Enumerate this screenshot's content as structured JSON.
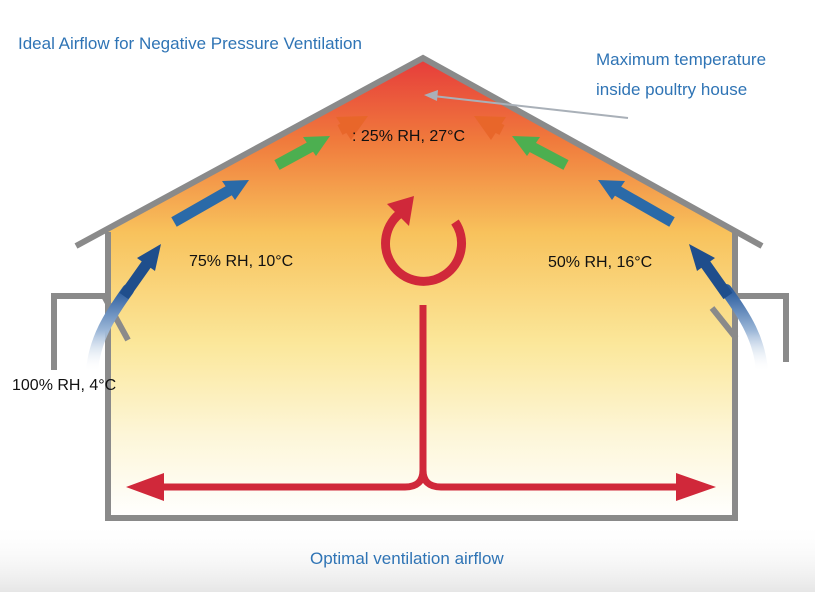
{
  "title": "Ideal Airflow for Negative Pressure Ventilation",
  "peak_annotation": {
    "line1": "Maximum temperature",
    "line2": "inside poultry house"
  },
  "conditions": {
    "peak": ": 25% RH, 27°C",
    "left_mid": "75% RH, 10°C",
    "right_mid": "50% RH, 16°C",
    "inlet": "100% RH, 4°C"
  },
  "caption": "Optimal ventilation airflow",
  "colors": {
    "label_text": "#2f74b5",
    "house_outline": "#8a8a8a",
    "cold_air": "#1f4e8c",
    "mild_air": "#4caf50",
    "warm_air": "#e8662a",
    "main_flow": "#d0283a",
    "heat_peak": "#e8473a",
    "heat_low": "#fdf3c4"
  }
}
